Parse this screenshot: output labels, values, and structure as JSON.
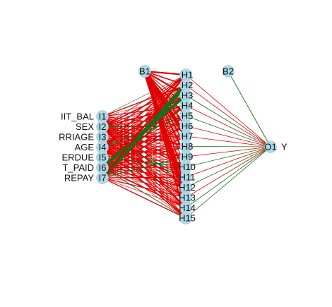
{
  "diagram": {
    "type": "neural-network-plot",
    "colors": {
      "positive": "#1a6b1a",
      "negative": "#e00000",
      "node_fill": "#add8e6"
    },
    "input_variables": [
      "LIMIT_BAL",
      "SEX",
      "MARRIAGE",
      "AGE",
      "OVERDUE",
      "BILL_PAID",
      "PREPAY"
    ],
    "input_variables_visible_text": [
      "IIT_BAL",
      "SEX",
      "RRIAGE",
      "AGE",
      "ERDUE",
      "T_PAID",
      "REPAY"
    ],
    "input_nodes": [
      "I1",
      "I2",
      "I3",
      "I4",
      "I5",
      "I6",
      "I7"
    ],
    "hidden_nodes": [
      "H1",
      "H2",
      "H3",
      "H4",
      "H5",
      "H6",
      "H7",
      "H8",
      "H9",
      "H10",
      "H11",
      "H12",
      "H13",
      "H14",
      "H15"
    ],
    "bias_nodes": [
      "B1",
      "B2"
    ],
    "output_nodes": [
      "O1"
    ],
    "output_variables": [
      "Y"
    ]
  }
}
